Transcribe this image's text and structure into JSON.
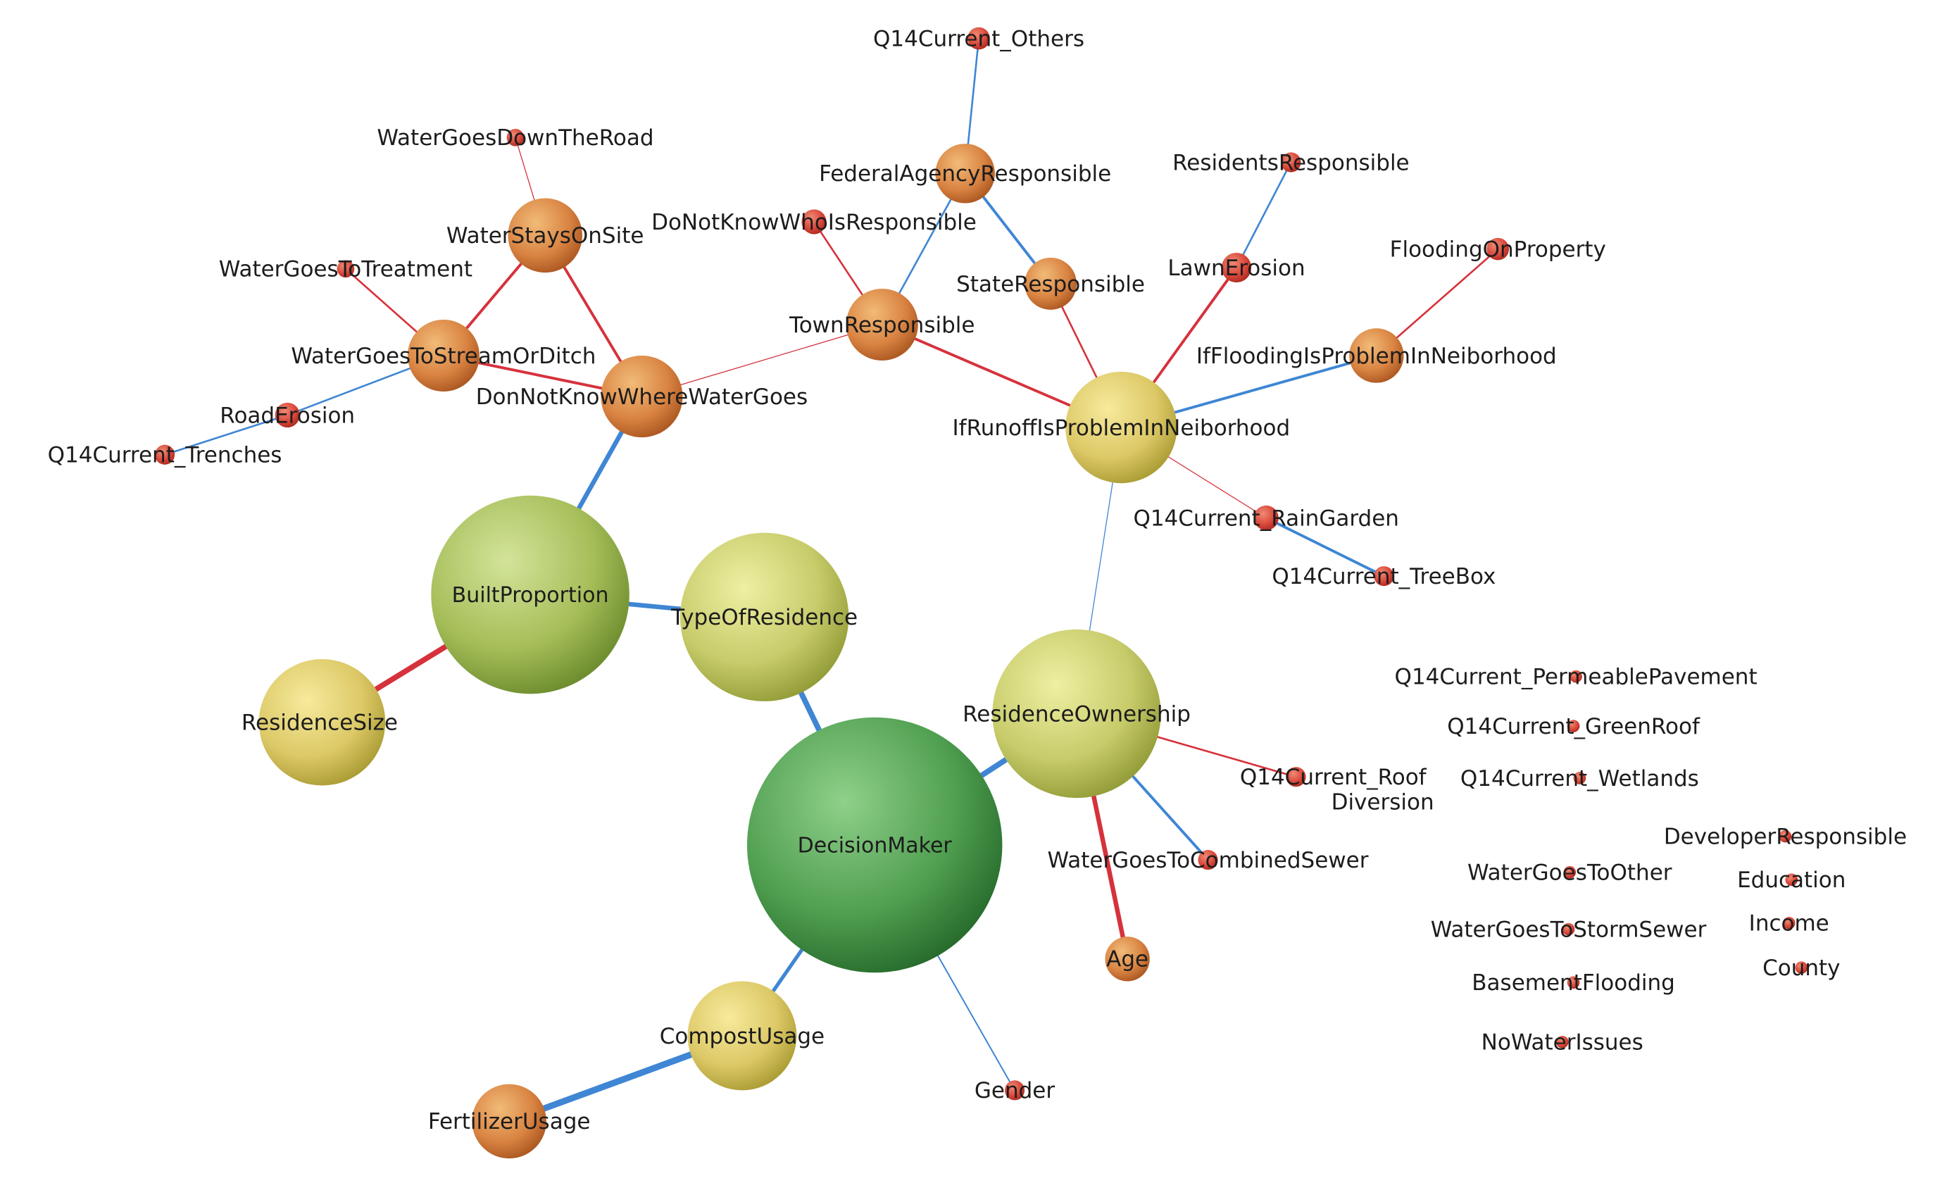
{
  "colors": {
    "positive_edge": "#3f86d4",
    "negative_edge": "#d6323c",
    "node_red": "#d64a3a",
    "node_orange": "#d67d3f",
    "node_yellow": "#ddc45f",
    "node_lightgreen": "#aac05a",
    "node_green": "#4e9c4e"
  },
  "nodes": [
    {
      "id": "Q14Current_Others",
      "label": "Q14Current_Others",
      "type": "red"
    },
    {
      "id": "WaterGoesDownTheRoad",
      "label": "WaterGoesDownTheRoad",
      "type": "red"
    },
    {
      "id": "FederalAgencyResponsible",
      "label": "FederalAgencyResponsible",
      "type": "orange"
    },
    {
      "id": "ResidentsResponsible",
      "label": "ResidentsResponsible",
      "type": "red"
    },
    {
      "id": "DoNotKnowWhoIsResponsible",
      "label": "DoNotKnowWhoIsResponsible",
      "type": "red"
    },
    {
      "id": "WaterStaysOnSite",
      "label": "WaterStaysOnSite",
      "type": "orange"
    },
    {
      "id": "FloodingOnProperty",
      "label": "FloodingOnProperty",
      "type": "red"
    },
    {
      "id": "WaterGoesToTreatment",
      "label": "WaterGoesToTreatment",
      "type": "red"
    },
    {
      "id": "LawnErosion",
      "label": "LawnErosion",
      "type": "red"
    },
    {
      "id": "StateResponsible",
      "label": "StateResponsible",
      "type": "orange"
    },
    {
      "id": "TownResponsible",
      "label": "TownResponsible",
      "type": "orange"
    },
    {
      "id": "WaterGoesToStreamOrDitch",
      "label": "WaterGoesToStreamOrDitch",
      "type": "orange"
    },
    {
      "id": "IfFloodingIsProblemInNeiborhood",
      "label": "IfFloodingIsProblemInNeiborhood",
      "type": "orange"
    },
    {
      "id": "DonNotKnowWhereWaterGoes",
      "label": "DonNotKnowWhereWaterGoes",
      "type": "orange"
    },
    {
      "id": "RoadErosion",
      "label": "RoadErosion",
      "type": "red"
    },
    {
      "id": "IfRunoffIsProblemInNeiborhood",
      "label": "IfRunoffIsProblemInNeiborhood",
      "type": "yellow"
    },
    {
      "id": "Q14Current_Trenches",
      "label": "Q14Current_Trenches",
      "type": "red"
    },
    {
      "id": "Q14Current_RainGarden",
      "label": "Q14Current_RainGarden",
      "type": "red"
    },
    {
      "id": "Q14Current_TreeBox",
      "label": "Q14Current_TreeBox",
      "type": "red"
    },
    {
      "id": "BuiltProportion",
      "label": "BuiltProportion",
      "type": "lightgreen"
    },
    {
      "id": "TypeOfResidence",
      "label": "TypeOfResidence",
      "type": "yellowgreen"
    },
    {
      "id": "Q14Current_PermeablePavement",
      "label": "Q14Current_PermeablePavement",
      "type": "red"
    },
    {
      "id": "ResidenceOwnership",
      "label": "ResidenceOwnership",
      "type": "yellowgreen"
    },
    {
      "id": "ResidenceSize",
      "label": "ResidenceSize",
      "type": "yellow"
    },
    {
      "id": "Q14Current_GreenRoof",
      "label": "Q14Current_GreenRoof",
      "type": "red"
    },
    {
      "id": "Q14Current_RoofDiversion",
      "label": "Q14Current_Roof\nDiversion",
      "type": "red"
    },
    {
      "id": "Q14Current_Wetlands",
      "label": "Q14Current_Wetlands",
      "type": "red"
    },
    {
      "id": "DecisionMaker",
      "label": "DecisionMaker",
      "type": "green"
    },
    {
      "id": "DeveloperResponsible",
      "label": "DeveloperResponsible",
      "type": "red"
    },
    {
      "id": "WaterGoesToCombinedSewer",
      "label": "WaterGoesToCombinedSewer",
      "type": "red"
    },
    {
      "id": "WaterGoesToOther",
      "label": "WaterGoesToOther",
      "type": "red"
    },
    {
      "id": "Education",
      "label": "Education",
      "type": "red"
    },
    {
      "id": "Income",
      "label": "Income",
      "type": "red"
    },
    {
      "id": "WaterGoesToStormSewer",
      "label": "WaterGoesToStormSewer",
      "type": "red"
    },
    {
      "id": "Age",
      "label": "Age",
      "type": "orange"
    },
    {
      "id": "County",
      "label": "County",
      "type": "red"
    },
    {
      "id": "BasementFlooding",
      "label": "BasementFlooding",
      "type": "red"
    },
    {
      "id": "CompostUsage",
      "label": "CompostUsage",
      "type": "yellow"
    },
    {
      "id": "NoWaterIssues",
      "label": "NoWaterIssues",
      "type": "red"
    },
    {
      "id": "Gender",
      "label": "Gender",
      "type": "red"
    },
    {
      "id": "FertilizerUsage",
      "label": "FertilizerUsage",
      "type": "orange"
    }
  ],
  "edges": [
    {
      "source": "Q14Current_Others",
      "target": "FederalAgencyResponsible",
      "sign": "positive",
      "weight": 2
    },
    {
      "source": "FederalAgencyResponsible",
      "target": "StateResponsible",
      "sign": "positive",
      "weight": 3
    },
    {
      "source": "FederalAgencyResponsible",
      "target": "TownResponsible",
      "sign": "positive",
      "weight": 2
    },
    {
      "source": "DoNotKnowWhoIsResponsible",
      "target": "TownResponsible",
      "sign": "negative",
      "weight": 2
    },
    {
      "source": "StateResponsible",
      "target": "IfRunoffIsProblemInNeiborhood",
      "sign": "negative",
      "weight": 2
    },
    {
      "source": "TownResponsible",
      "target": "IfRunoffIsProblemInNeiborhood",
      "sign": "negative",
      "weight": 3
    },
    {
      "source": "TownResponsible",
      "target": "DonNotKnowWhereWaterGoes",
      "sign": "negative",
      "weight": 1
    },
    {
      "source": "ResidentsResponsible",
      "target": "LawnErosion",
      "sign": "positive",
      "weight": 2
    },
    {
      "source": "LawnErosion",
      "target": "IfRunoffIsProblemInNeiborhood",
      "sign": "negative",
      "weight": 3
    },
    {
      "source": "FloodingOnProperty",
      "target": "IfFloodingIsProblemInNeiborhood",
      "sign": "negative",
      "weight": 2
    },
    {
      "source": "IfFloodingIsProblemInNeiborhood",
      "target": "IfRunoffIsProblemInNeiborhood",
      "sign": "positive",
      "weight": 3
    },
    {
      "source": "IfRunoffIsProblemInNeiborhood",
      "target": "Q14Current_RainGarden",
      "sign": "negative",
      "weight": 1
    },
    {
      "source": "Q14Current_RainGarden",
      "target": "Q14Current_TreeBox",
      "sign": "positive",
      "weight": 3
    },
    {
      "source": "IfRunoffIsProblemInNeiborhood",
      "target": "ResidenceOwnership",
      "sign": "positive",
      "weight": 1
    },
    {
      "source": "WaterGoesDownTheRoad",
      "target": "WaterStaysOnSite",
      "sign": "negative",
      "weight": 1
    },
    {
      "source": "WaterStaysOnSite",
      "target": "WaterGoesToStreamOrDitch",
      "sign": "negative",
      "weight": 3
    },
    {
      "source": "WaterStaysOnSite",
      "target": "DonNotKnowWhereWaterGoes",
      "sign": "negative",
      "weight": 3
    },
    {
      "source": "WaterGoesToTreatment",
      "target": "WaterGoesToStreamOrDitch",
      "sign": "negative",
      "weight": 2
    },
    {
      "source": "WaterGoesToStreamOrDitch",
      "target": "DonNotKnowWhereWaterGoes",
      "sign": "negative",
      "weight": 3
    },
    {
      "source": "WaterGoesToStreamOrDitch",
      "target": "RoadErosion",
      "sign": "positive",
      "weight": 2
    },
    {
      "source": "RoadErosion",
      "target": "Q14Current_Trenches",
      "sign": "positive",
      "weight": 2
    },
    {
      "source": "DonNotKnowWhereWaterGoes",
      "target": "BuiltProportion",
      "sign": "positive",
      "weight": 5
    },
    {
      "source": "BuiltProportion",
      "target": "ResidenceSize",
      "sign": "negative",
      "weight": 6
    },
    {
      "source": "BuiltProportion",
      "target": "TypeOfResidence",
      "sign": "positive",
      "weight": 5
    },
    {
      "source": "TypeOfResidence",
      "target": "DecisionMaker",
      "sign": "positive",
      "weight": 6
    },
    {
      "source": "DecisionMaker",
      "target": "ResidenceOwnership",
      "sign": "positive",
      "weight": 6
    },
    {
      "source": "ResidenceOwnership",
      "target": "Q14Current_RoofDiversion",
      "sign": "negative",
      "weight": 2
    },
    {
      "source": "ResidenceOwnership",
      "target": "WaterGoesToCombinedSewer",
      "sign": "positive",
      "weight": 3
    },
    {
      "source": "ResidenceOwnership",
      "target": "Age",
      "sign": "negative",
      "weight": 5
    },
    {
      "source": "DecisionMaker",
      "target": "CompostUsage",
      "sign": "positive",
      "weight": 4
    },
    {
      "source": "DecisionMaker",
      "target": "Gender",
      "sign": "positive",
      "weight": 1.5
    },
    {
      "source": "CompostUsage",
      "target": "FertilizerUsage",
      "sign": "positive",
      "weight": 7
    }
  ]
}
